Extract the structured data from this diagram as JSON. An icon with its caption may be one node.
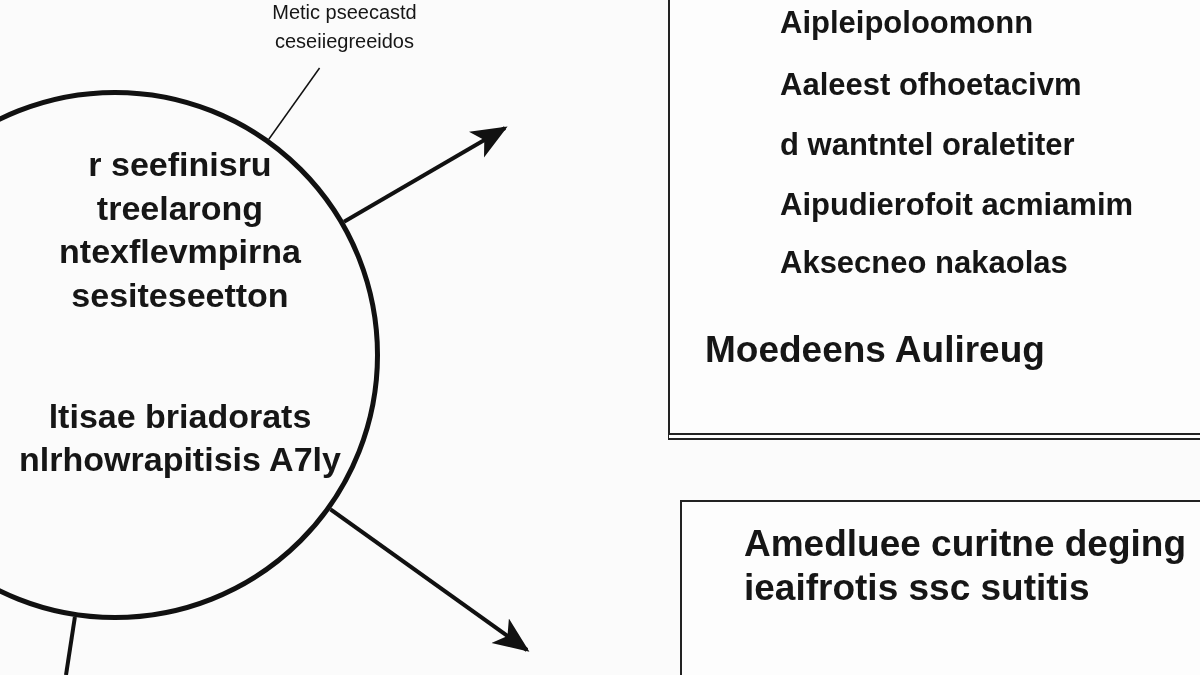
{
  "diagram": {
    "nodes": [
      {
        "text": [
          "Metic pseecastd ceseiiegreeidos"
        ]
      },
      {
        "text": [
          "r seefinisru treelarong ntexflevmpirna sesiteseetton",
          "ltisae briadorats nlrhowrapitisis A7ly"
        ]
      },
      {
        "text": [
          "Aipleipoloomonn",
          "Aaleest ofhoetacivm",
          "d wantntel oraletiter",
          "Aipudierofoit acmiamim",
          "Aksecneo nakaolas",
          "Moedeens Aulireug"
        ]
      },
      {
        "text": [
          "Amedluee curitne deging ieaifrotis ssc sutitis"
        ]
      }
    ],
    "edges": [
      {
        "from": 0,
        "to": 1,
        "arrow": "none"
      },
      {
        "from": 1,
        "to": null,
        "arrow": "to"
      },
      {
        "from": 1,
        "to": null,
        "arrow": "to"
      },
      {
        "from": 1,
        "to": null,
        "arrow": "none"
      }
    ]
  }
}
